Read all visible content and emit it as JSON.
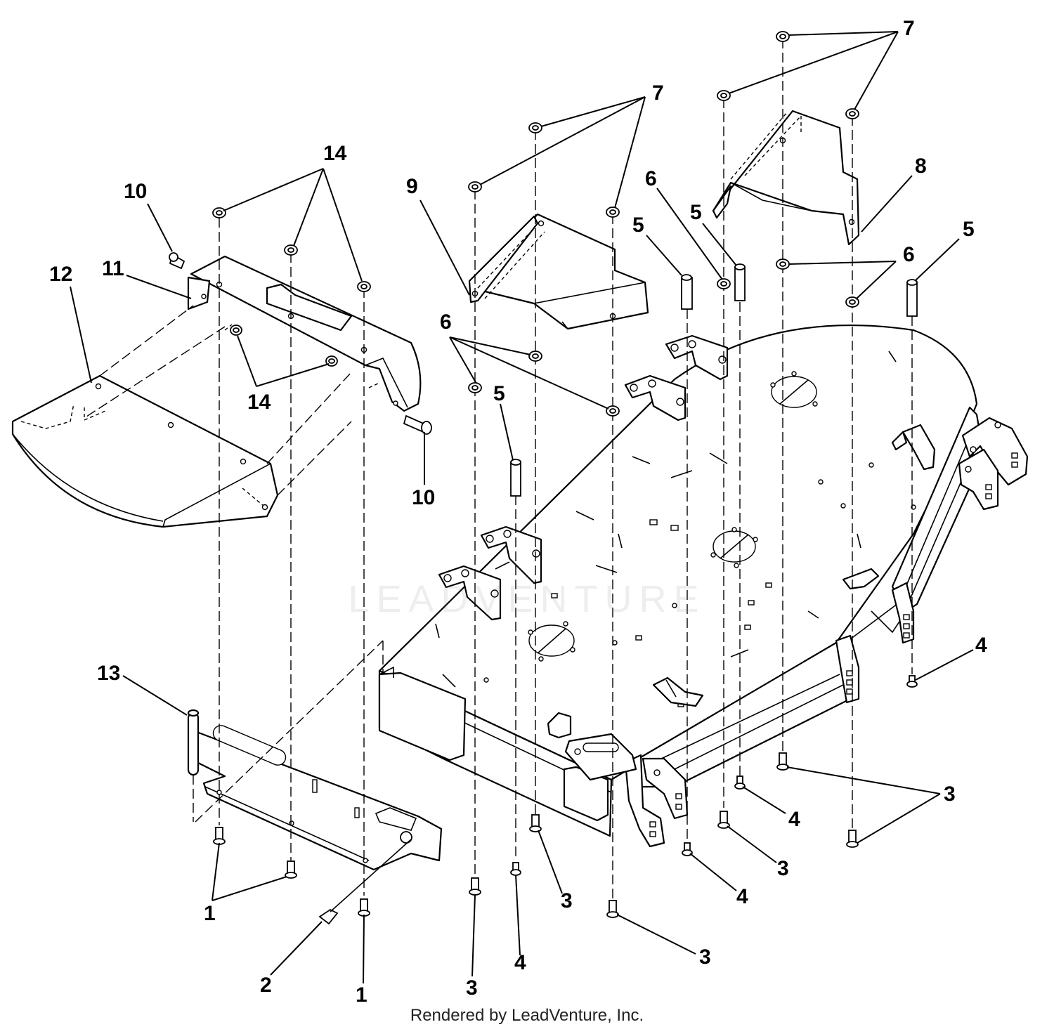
{
  "footer": "Rendered by LeadVenture, Inc.",
  "watermark": "LEADVENTURE",
  "callouts": {
    "c1a": "1",
    "c1b": "1",
    "c2": "2",
    "c3a": "3",
    "c3b": "3",
    "c3c": "3",
    "c3d": "3",
    "c3e": "3",
    "c4a": "4",
    "c4b": "4",
    "c4c": "4",
    "c4d": "4",
    "c5a": "5",
    "c5b": "5",
    "c5c": "5",
    "c5d": "5",
    "c6a": "6",
    "c6b": "6",
    "c6c": "6",
    "c7a": "7",
    "c7b": "7",
    "c8": "8",
    "c9": "9",
    "c10a": "10",
    "c10b": "10",
    "c11": "11",
    "c12": "12",
    "c13": "13",
    "c14a": "14",
    "c14b": "14"
  }
}
